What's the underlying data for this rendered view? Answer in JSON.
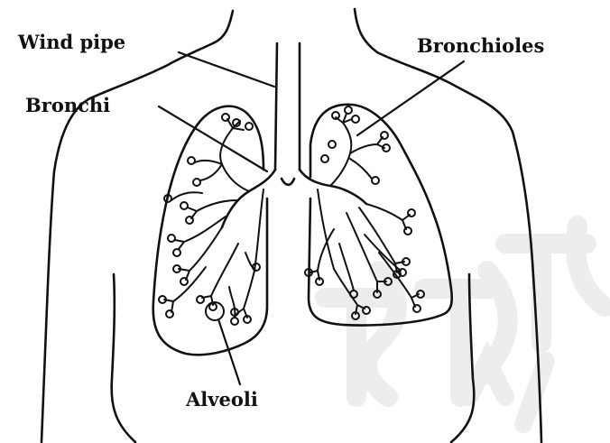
{
  "diagram": {
    "labels": {
      "wind_pipe": "Wind pipe",
      "bronchi": "Bronchi",
      "bronchioles": "Bronchioles",
      "alveoli": "Alveoli"
    },
    "colors": {
      "ink": "#111111",
      "background": "#ffffff",
      "watermark": "#ededed"
    }
  }
}
